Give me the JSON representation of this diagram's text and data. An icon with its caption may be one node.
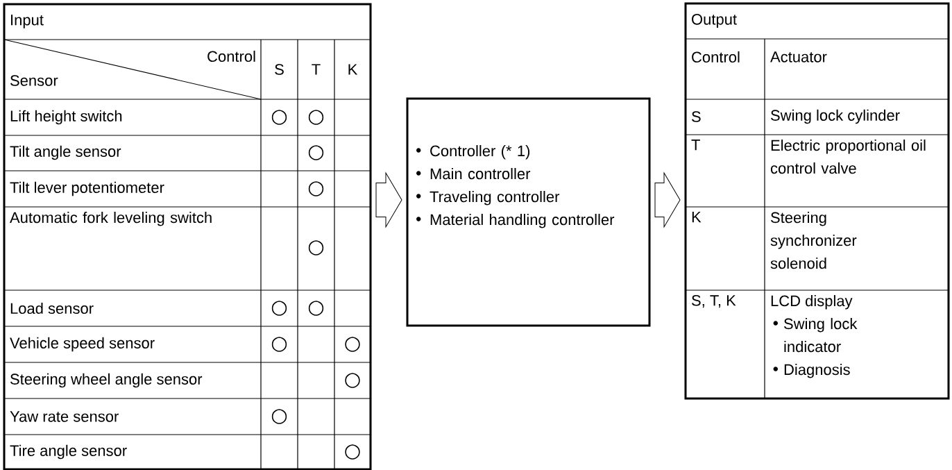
{
  "diagram": {
    "nodes": [
      {
        "text": [
          "Input"
        ]
      },
      {
        "text": [
          "Controller (* 1)",
          "Main controller",
          "Traveling controller",
          "Material handling controller"
        ]
      },
      {
        "text": [
          "Output"
        ]
      }
    ],
    "edges": [
      {
        "from": 0,
        "to": 1,
        "arrow": "to"
      },
      {
        "from": 1,
        "to": 2,
        "arrow": "to"
      }
    ],
    "labels": [
      "Control",
      "S",
      "T",
      "K",
      "Sensor",
      "Lift height switch",
      "○",
      "○",
      "Tilt angle sensor",
      "○",
      "Tilt lever potentiometer",
      "○",
      "Automatic fork leveling switch",
      "○",
      "Load sensor",
      "○",
      "○",
      "Vehicle speed sensor",
      "○",
      "○",
      "Steering wheel angle sensor",
      "○",
      "Yaw rate sensor",
      "○",
      "Tire angle sensor",
      "○",
      "Control",
      "Actuator",
      "S",
      "Swing lock cylinder",
      "T",
      "Electric proportional oil control valve",
      "K",
      "Steering synchronizer solenoid",
      "S, T, K",
      "LCD display",
      "Swing lock indicator",
      "Diagnosis"
    ]
  }
}
